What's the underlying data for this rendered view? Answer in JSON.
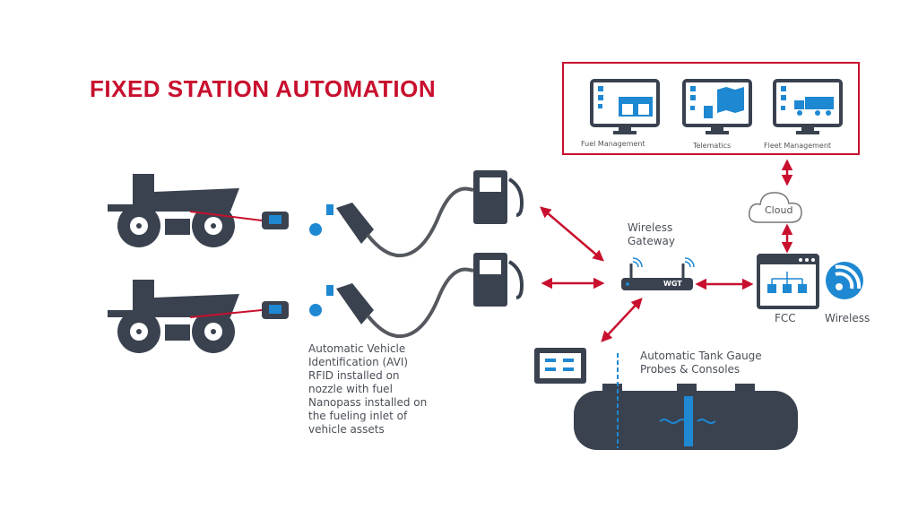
{
  "title": "FIXED STATION AUTOMATION",
  "colors": {
    "accent": "#c8102e",
    "icon_dark": "#3a4250",
    "icon_blue": "#1e88d2"
  },
  "applications": [
    {
      "label": "Fuel Management",
      "icon": "fuel-station-monitor-icon"
    },
    {
      "label": "Telematics",
      "icon": "map-monitor-icon"
    },
    {
      "label": "Fleet Management",
      "icon": "truck-monitor-icon"
    }
  ],
  "cloud": {
    "label": "Cloud"
  },
  "gateway": {
    "label_line1": "Wireless",
    "label_line2": "Gateway",
    "device_text": "WGT"
  },
  "fcc": {
    "label": "FCC"
  },
  "wireless": {
    "label": "Wireless"
  },
  "avi_note": [
    "Automatic Vehicle",
    "Identification (AVI)",
    "RFID installed on",
    "nozzle with fuel",
    "Nanopass installed on",
    "the fueling inlet of",
    "vehicle assets"
  ],
  "atg": {
    "label_line1": "Automatic Tank Gauge",
    "label_line2": "Probes & Consoles"
  }
}
